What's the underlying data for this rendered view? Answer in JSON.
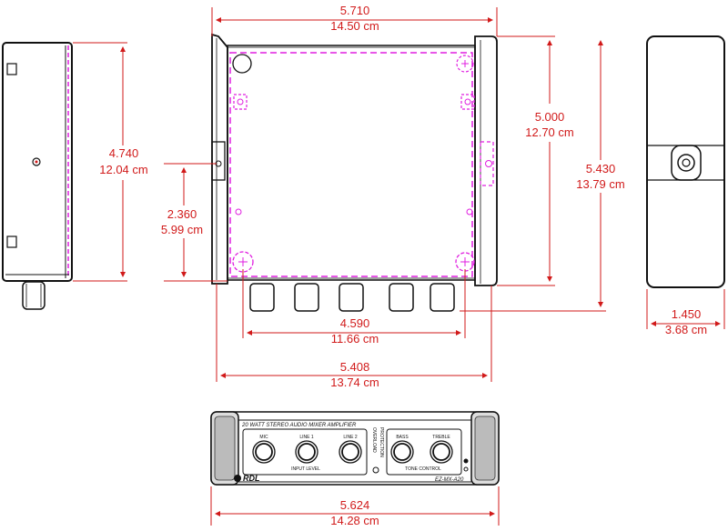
{
  "dimensions": {
    "top_width_in": "5.710",
    "top_width_cm": "14.50 cm",
    "left_height_in": "4.740",
    "left_height_cm": "12.04 cm",
    "mount_height_in": "5.000",
    "mount_height_cm": "12.70 cm",
    "overall_height_in": "5.430",
    "overall_height_cm": "13.79 cm",
    "hole_height_in": "2.360",
    "hole_height_cm": "5.99 cm",
    "knob_span_in": "4.590",
    "knob_span_cm": "11.66 cm",
    "body_width_in": "5.408",
    "body_width_cm": "13.74 cm",
    "side_depth_in": "1.450",
    "side_depth_cm": "3.68 cm",
    "front_width_in": "5.624",
    "front_width_cm": "14.28 cm"
  },
  "front_panel": {
    "title": "20 WATT STEREO AUDIO MIXER AMPLIFIER",
    "knob_labels": [
      "MIC",
      "LINE 1",
      "LINE 2",
      "BASS",
      "TREBLE"
    ],
    "input_level": "INPUT LEVEL",
    "tone_control": "TONE CONTROL",
    "overload": "OVERLOAD",
    "protection": "PROTECTION",
    "brand": "RDL",
    "model": "EZ-MX-A20"
  },
  "colors": {
    "dimension": "#d11a1a",
    "outline": "#111111",
    "hidden": "#e01ee0"
  }
}
